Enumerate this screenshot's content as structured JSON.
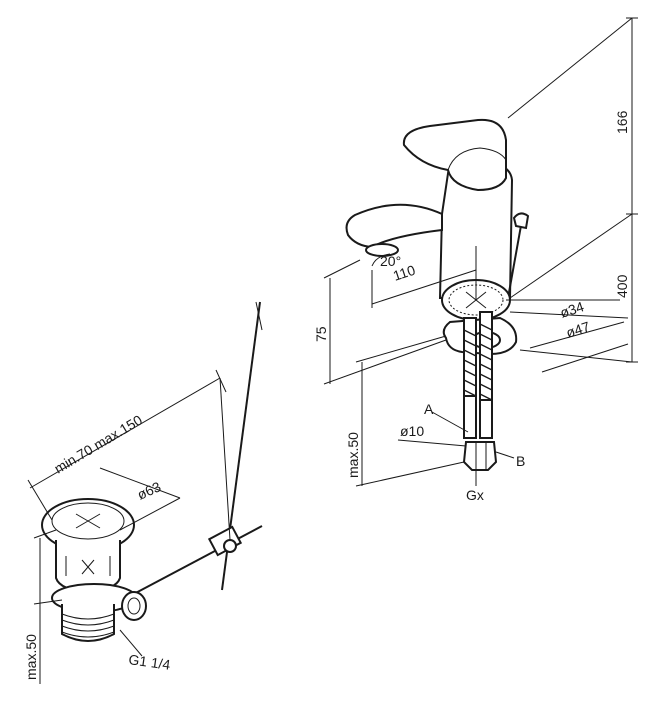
{
  "faucet": {
    "dims": {
      "height_total": "166",
      "height_to_floor": "400",
      "spout_angle": "20°",
      "spout_reach": "110",
      "spout_height": "75",
      "hole_dia_1": "ø34",
      "hole_dia_2": "ø47",
      "hose_dia": "ø10",
      "counter_thickness": "max.50"
    },
    "labels": {
      "hose_a": "A",
      "hose_b": "B",
      "thread": "Gx"
    }
  },
  "drain": {
    "dims": {
      "rod_length": "min.70 max.150",
      "plug_dia": "ø63",
      "basin_thickness": "max.50",
      "thread": "G1 1/4"
    }
  }
}
